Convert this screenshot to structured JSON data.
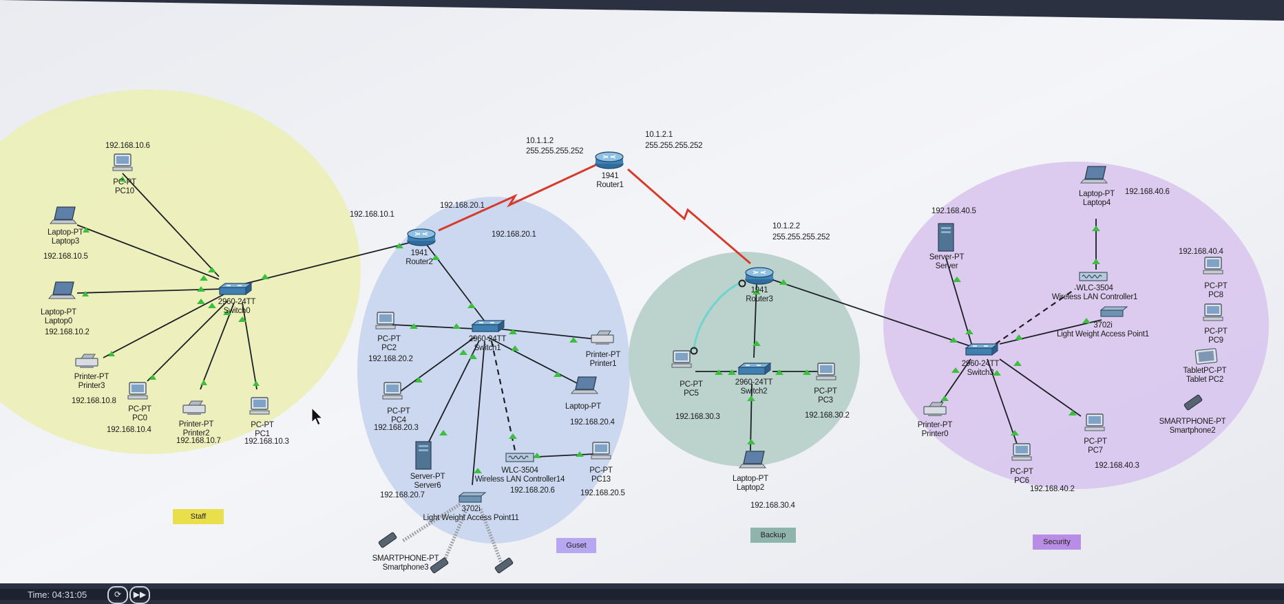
{
  "status_bar": {
    "time": "Time: 04:31:05"
  },
  "zones": {
    "staff": "Staff",
    "guest": "Guset",
    "backup": "Backup",
    "security": "Security"
  },
  "colors": {
    "staff_zone": "#ecefb8",
    "guest_zone": "#c9d6ee",
    "backup_zone": "#b8d0c9",
    "security_zone": "#dac8ee",
    "wan_link": "#d63a2a",
    "link": "#1b1f24",
    "port_up": "#3cbf3c",
    "wireless_link": "#9aa0a6"
  },
  "wan": {
    "r2_ip": "10.1.1.2",
    "r2_mask": "255.255.255.252",
    "r1_ip": "10.1.2.1",
    "r1_mask": "255.255.255.252",
    "r3_ip": "10.1.2.2",
    "r3_mask": "255.255.255.252",
    "staff_gw": "192.168.10.1",
    "guest_gw_a": "192.168.20.1",
    "guest_gw_b": "192.168.20.1"
  },
  "devices": {
    "router1": {
      "model": "1941",
      "name": "Router1"
    },
    "router2": {
      "model": "1941",
      "name": "Router2"
    },
    "router3": {
      "model": "1941",
      "name": "Router3"
    },
    "switch0": {
      "model": "2960-24TT",
      "name": "Switch0"
    },
    "switch1": {
      "model": "2960-24TT",
      "name": "Switch1"
    },
    "switch2": {
      "model": "2960-24TT",
      "name": "Switch2"
    },
    "switch3": {
      "model": "2960-24TT",
      "name": "Switch3"
    },
    "pc10": {
      "type": "PC-PT",
      "name": "PC10",
      "ip": "192.168.10.6"
    },
    "laptop3": {
      "type": "Laptop-PT",
      "name": "Laptop3",
      "ip": "192.168.10.5"
    },
    "laptop0": {
      "type": "Laptop-PT",
      "name": "Laptop0",
      "ip": "192.168.10.2"
    },
    "printer3": {
      "type": "Printer-PT",
      "name": "Printer3",
      "ip": "192.168.10.8"
    },
    "pc0": {
      "type": "PC-PT",
      "name": "PC0",
      "ip": "192.168.10.4"
    },
    "printer2": {
      "type": "Printer-PT",
      "name": "Printer2",
      "ip": "192.168.10.7"
    },
    "pc1": {
      "type": "PC-PT",
      "name": "PC1",
      "ip": "192.168.10.3"
    },
    "pc2": {
      "type": "PC-PT",
      "name": "PC2",
      "ip": "192.168.20.2"
    },
    "pc4": {
      "type": "PC-PT",
      "name": "PC4",
      "ip": "192.168.20.3"
    },
    "printer1": {
      "type": "Printer-PT",
      "name": "Printer1"
    },
    "laptop_guest": {
      "type": "Laptop-PT",
      "ip": "192.168.20.4"
    },
    "server6": {
      "type": "Server-PT",
      "name": "Server6",
      "ip": "192.168.20.7"
    },
    "wlc14": {
      "type": "WLC-3504",
      "name": "Wireless LAN Controller14",
      "ip": "192.168.20.6"
    },
    "pc13": {
      "type": "PC-PT",
      "name": "PC13",
      "ip": "192.168.20.5"
    },
    "lap11": {
      "type": "3702i",
      "name": "Light Weight Access Point11"
    },
    "smartphone3": {
      "type": "SMARTPHONE-PT",
      "name": "Smartphone3"
    },
    "pc5": {
      "type": "PC-PT",
      "name": "PC5",
      "ip": "192.168.30.3"
    },
    "pc3": {
      "type": "PC-PT",
      "name": "PC3",
      "ip": "192.168.30.2"
    },
    "laptop2": {
      "type": "Laptop-PT",
      "name": "Laptop2",
      "ip": "192.168.30.4"
    },
    "server_sec": {
      "type": "Server-PT",
      "name": "Server",
      "ip": "192.168.40.5"
    },
    "laptop4": {
      "type": "Laptop-PT",
      "name": "Laptop4",
      "ip": "192.168.40.6"
    },
    "wlc1": {
      "type": "WLC-3504",
      "name": "Wireless LAN Controller1"
    },
    "lap1": {
      "type": "3702i",
      "name": "Light Weight Access Point1"
    },
    "pc8": {
      "type": "PC-PT",
      "name": "PC8",
      "ip": "192.168.40.4"
    },
    "pc9": {
      "type": "PC-PT",
      "name": "PC9"
    },
    "tablet2": {
      "type": "TabletPC-PT",
      "name": "Tablet PC2"
    },
    "smartphone2": {
      "type": "SMARTPHONE-PT",
      "name": "Smartphone2"
    },
    "printer0": {
      "type": "Printer-PT",
      "name": "Printer0"
    },
    "pc7": {
      "type": "PC-PT",
      "name": "PC7",
      "ip": "192.168.40.3"
    },
    "pc6": {
      "type": "PC-PT",
      "name": "PC6",
      "ip": "192.168.40.2"
    }
  }
}
